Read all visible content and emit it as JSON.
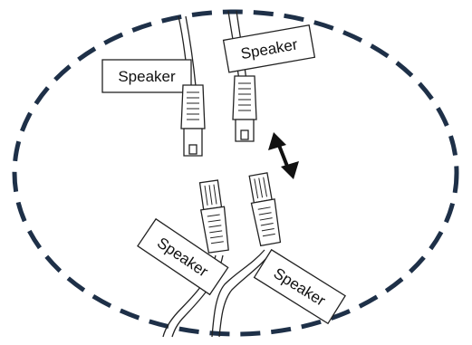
{
  "colors": {
    "boundary": "#1e3048",
    "line": "#222222",
    "label_fill": "#ffffff",
    "background": "#ffffff"
  },
  "labels": {
    "top_left": "Speaker",
    "top_right": "Speaker",
    "bottom_left": "Speaker",
    "bottom_right": "Speaker"
  },
  "icons": {
    "arrow": "double-headed-arrow-icon",
    "connector": "rj45-plug-icon"
  }
}
